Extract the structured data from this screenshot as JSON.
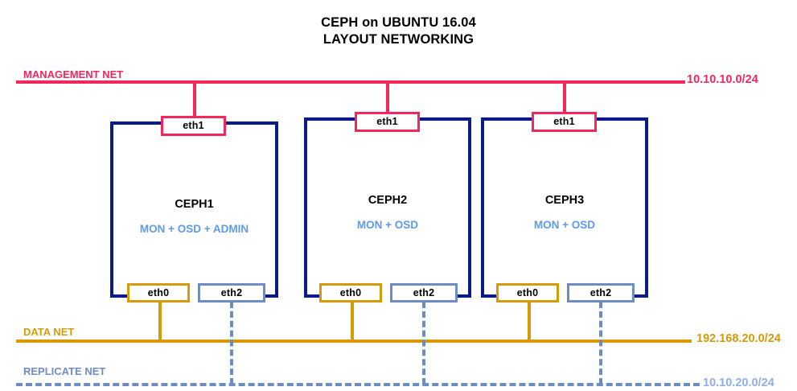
{
  "title": {
    "line1": "CEPH on UBUNTU 16.04",
    "line2": "LAYOUT NETWORKING"
  },
  "networks": [
    {
      "id": "management",
      "label": "MANAGEMENT NET",
      "subnet": "10.10.10.0/24",
      "color": "#F4275B",
      "style": "solid",
      "port": "eth1"
    },
    {
      "id": "data",
      "label": "DATA NET",
      "subnet": "192.168.20.0/24",
      "color": "#D69A09",
      "style": "solid",
      "port": "eth0"
    },
    {
      "id": "replicate",
      "label": "REPLICATE NET",
      "subnet": "10.10.20.0/24",
      "color": "#6E8CC4",
      "subnet_color": "#8FAEE8",
      "style": "dashed",
      "port": "eth2"
    }
  ],
  "nodes": [
    {
      "name": "CEPH1",
      "roles": "MON + OSD + ADMIN",
      "ports": {
        "mgmt": "eth1",
        "data": "eth0",
        "repl": "eth2"
      }
    },
    {
      "name": "CEPH2",
      "roles": "MON + OSD",
      "ports": {
        "mgmt": "eth1",
        "data": "eth0",
        "repl": "eth2"
      }
    },
    {
      "name": "CEPH3",
      "roles": "MON + OSD",
      "ports": {
        "mgmt": "eth1",
        "data": "eth0",
        "repl": "eth2"
      }
    }
  ],
  "colors": {
    "chassis": "#0A1A8C",
    "management": "#F4275B",
    "data": "#D69A09",
    "replicate": "#6E8CC4",
    "role_text": "#5B9BE8",
    "background": "#FFFFFF"
  }
}
